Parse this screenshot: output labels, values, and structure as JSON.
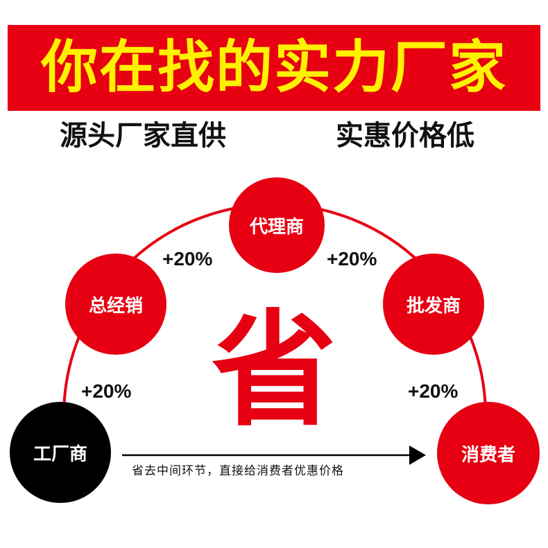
{
  "banner": {
    "title": "你在找的实力厂家",
    "background": "#e60012",
    "text_color": "#fff200"
  },
  "slogans": {
    "left": "源头厂家直供",
    "right": "实惠价格低"
  },
  "nodes": {
    "factory": "工厂商",
    "general_distributor": "总经销",
    "agent": "代理商",
    "wholesaler": "批发商",
    "consumer": "消费者"
  },
  "markups": {
    "factory_to_general": "+20%",
    "general_to_agent": "+20%",
    "agent_to_wholesaler": "+20%",
    "wholesaler_to_consumer": "+20%"
  },
  "center_char": "省",
  "arrow_caption": "省去中间环节，直接给消费者优惠价格",
  "colors": {
    "accent": "#e60012",
    "dark": "#000000"
  }
}
